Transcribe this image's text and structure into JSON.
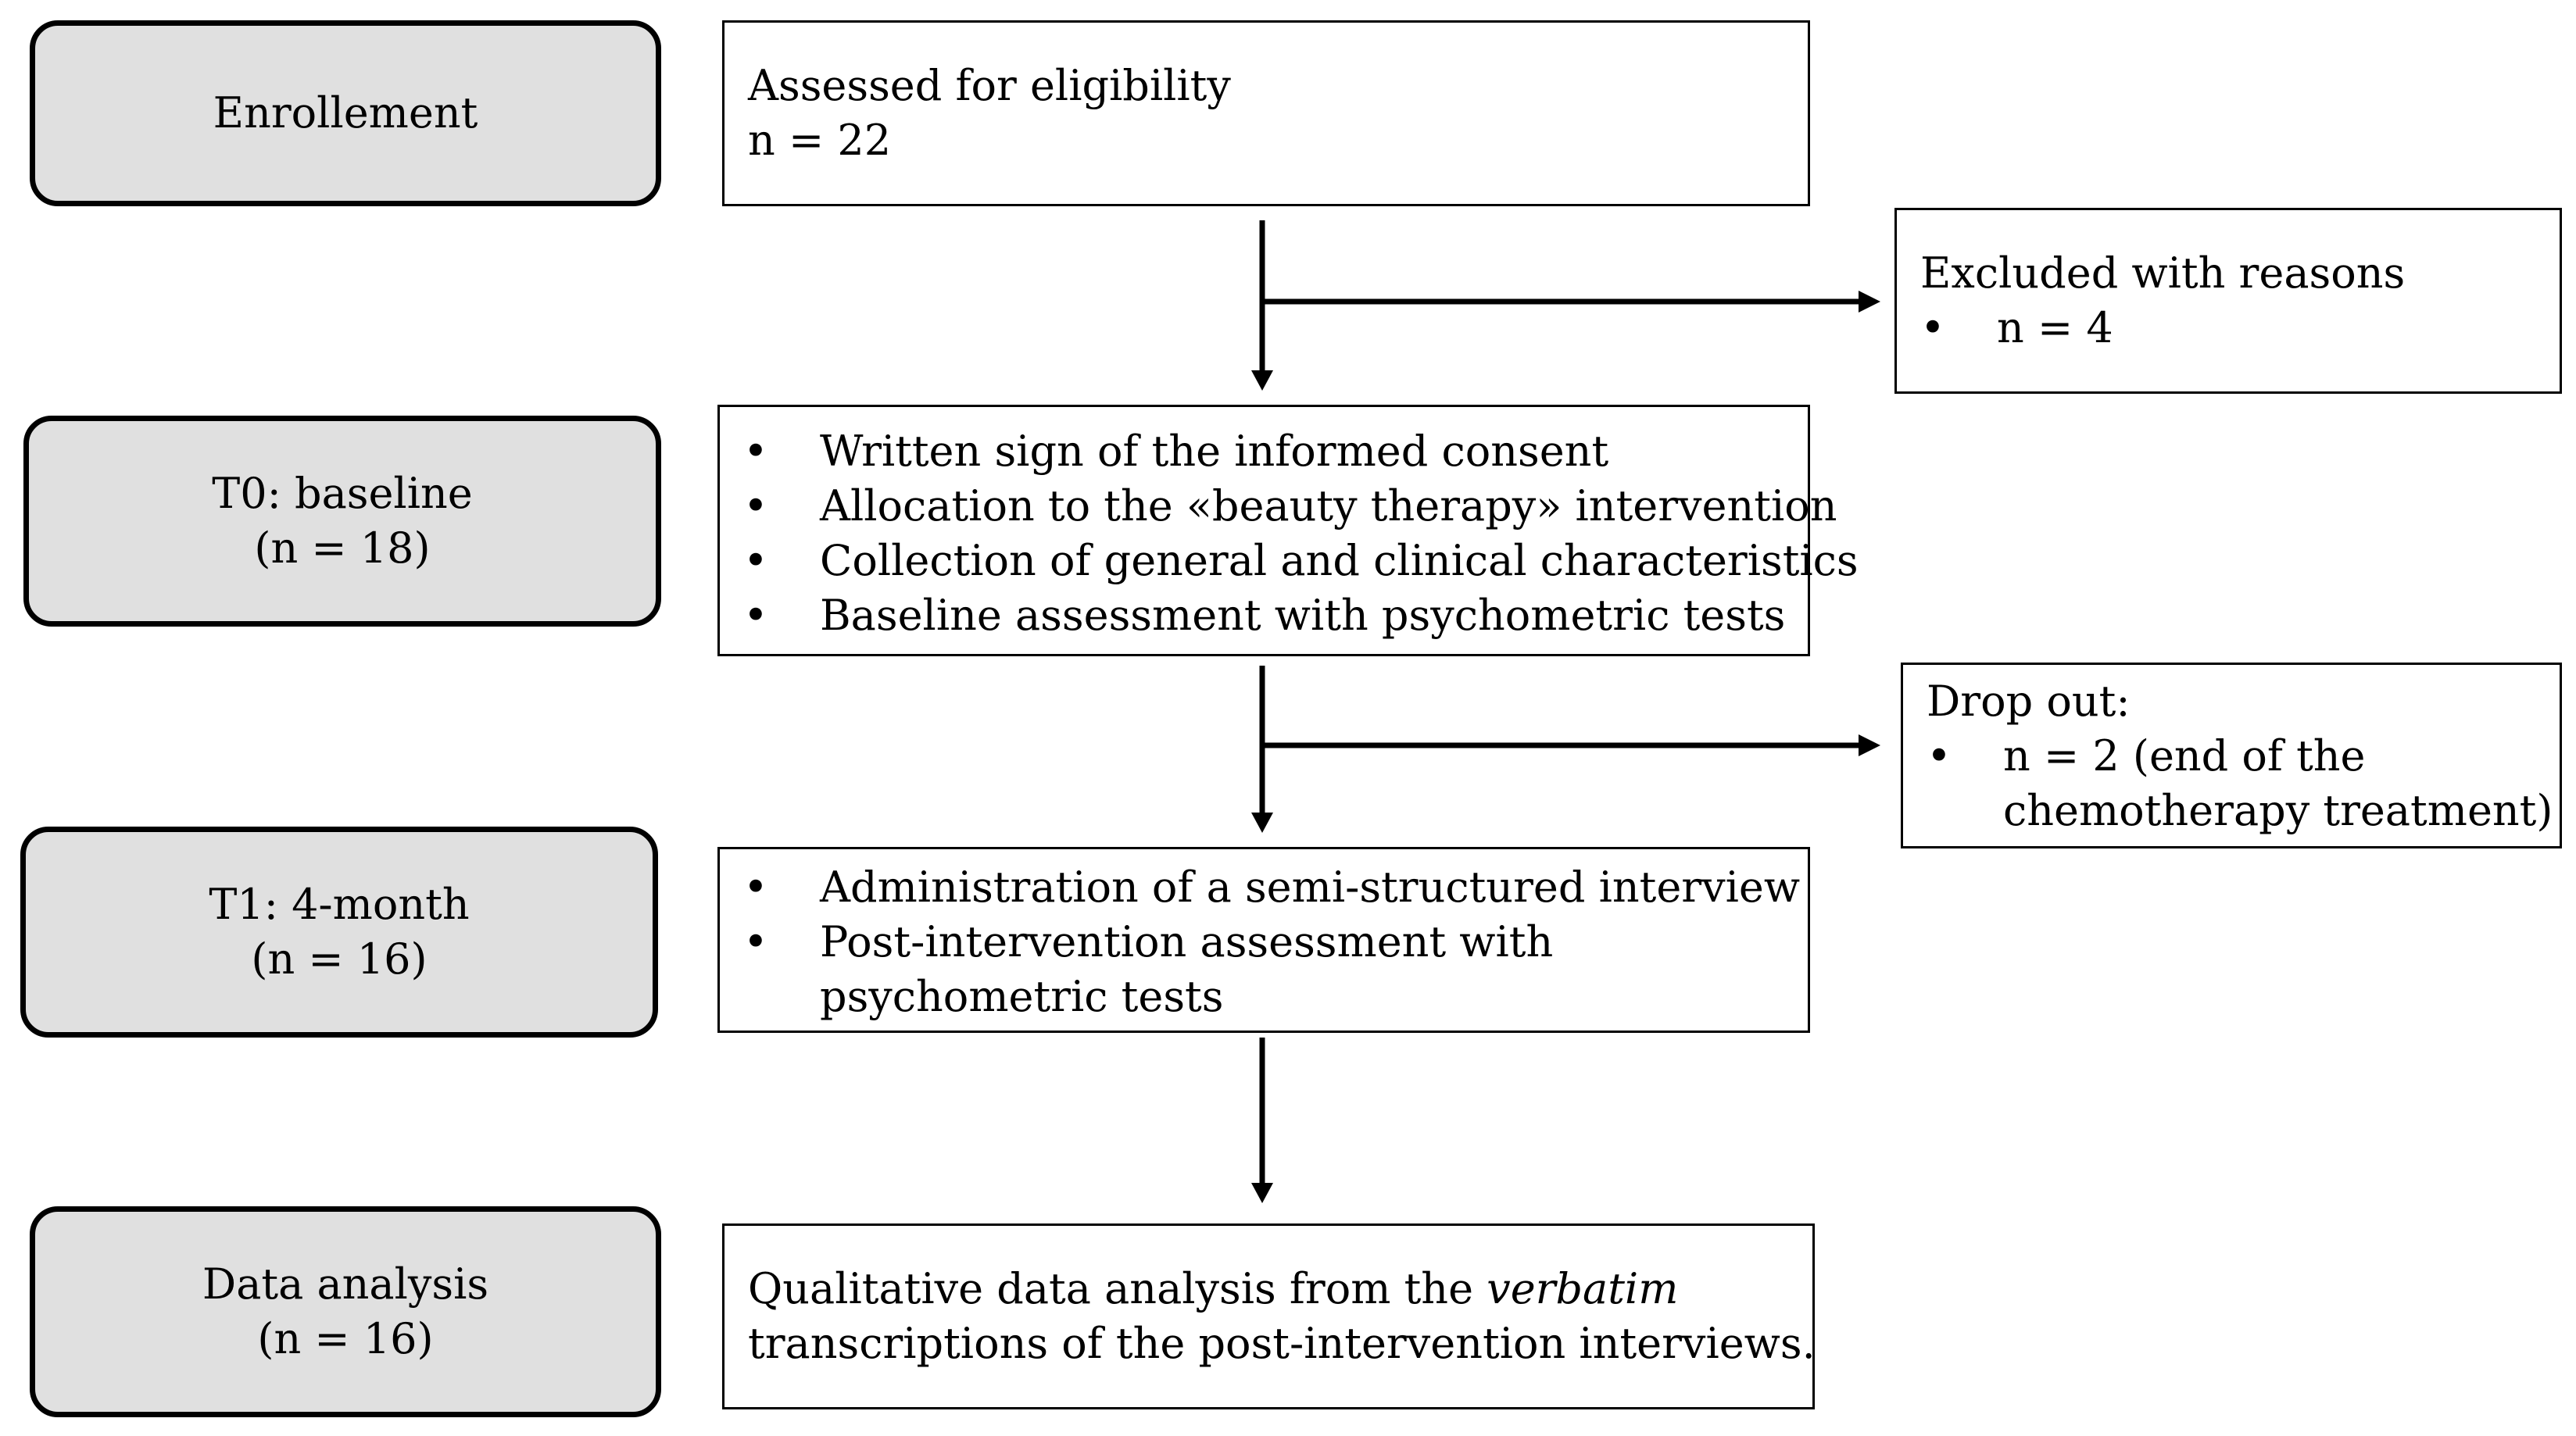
{
  "stages": {
    "enrollment": {
      "label": "Enrollement"
    },
    "t0": {
      "label": "T0: baseline",
      "count": "(n = 18)"
    },
    "t1": {
      "label": "T1: 4-month",
      "count": "(n = 16)"
    },
    "analysis": {
      "label": "Data analysis",
      "count": "(n = 16)"
    }
  },
  "boxes": {
    "eligibility": {
      "line1": "Assessed for eligibility",
      "line2": "n = 22"
    },
    "excluded": {
      "title": "Excluded with reasons",
      "items": [
        "n = 4"
      ]
    },
    "baseline_steps": {
      "items": [
        "Written sign of the informed consent",
        "Allocation to the «beauty therapy» intervention",
        "Collection of general and clinical characteristics",
        "Baseline assessment with psychometric tests"
      ]
    },
    "dropout": {
      "title": "Drop out:",
      "item_line1": "n = 2 (end of the",
      "item_line2": "chemotherapy treatment)"
    },
    "followup_steps": {
      "item1": "Administration of a semi-structured interview",
      "item2_line1": "Post-intervention assessment with",
      "item2_line2": "psychometric tests"
    },
    "qualitative": {
      "line1_prefix": "Qualitative data analysis from the ",
      "line1_emphasis": "verbatim",
      "line2": "transcriptions of the post-intervention interviews."
    }
  },
  "bullet_symbol": "•"
}
